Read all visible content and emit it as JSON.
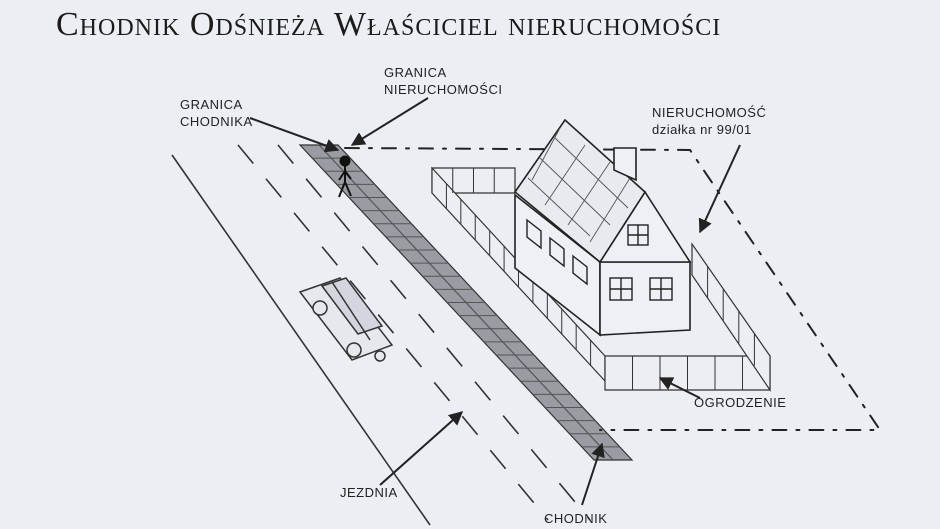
{
  "title": "Chodnik Odśnieża Właściciel nieruchomości",
  "labels": {
    "granica_chodnika_1": "GRANICA",
    "granica_chodnika_2": "CHODNIKA",
    "granica_nieruchomosci_1": "GRANICA",
    "granica_nieruchomosci_2": "NIERUCHOMOŚCI",
    "nieruchomosc_1": "NIERUCHOMOŚĆ",
    "nieruchomosc_2": "działka nr 99/01",
    "ogrodzenie": "OGRODZENIE",
    "jezdnia": "JEZDNIA",
    "chodnik": "CHODNIK"
  },
  "colors": {
    "ink": "#222222",
    "paper": "#eceef4"
  }
}
